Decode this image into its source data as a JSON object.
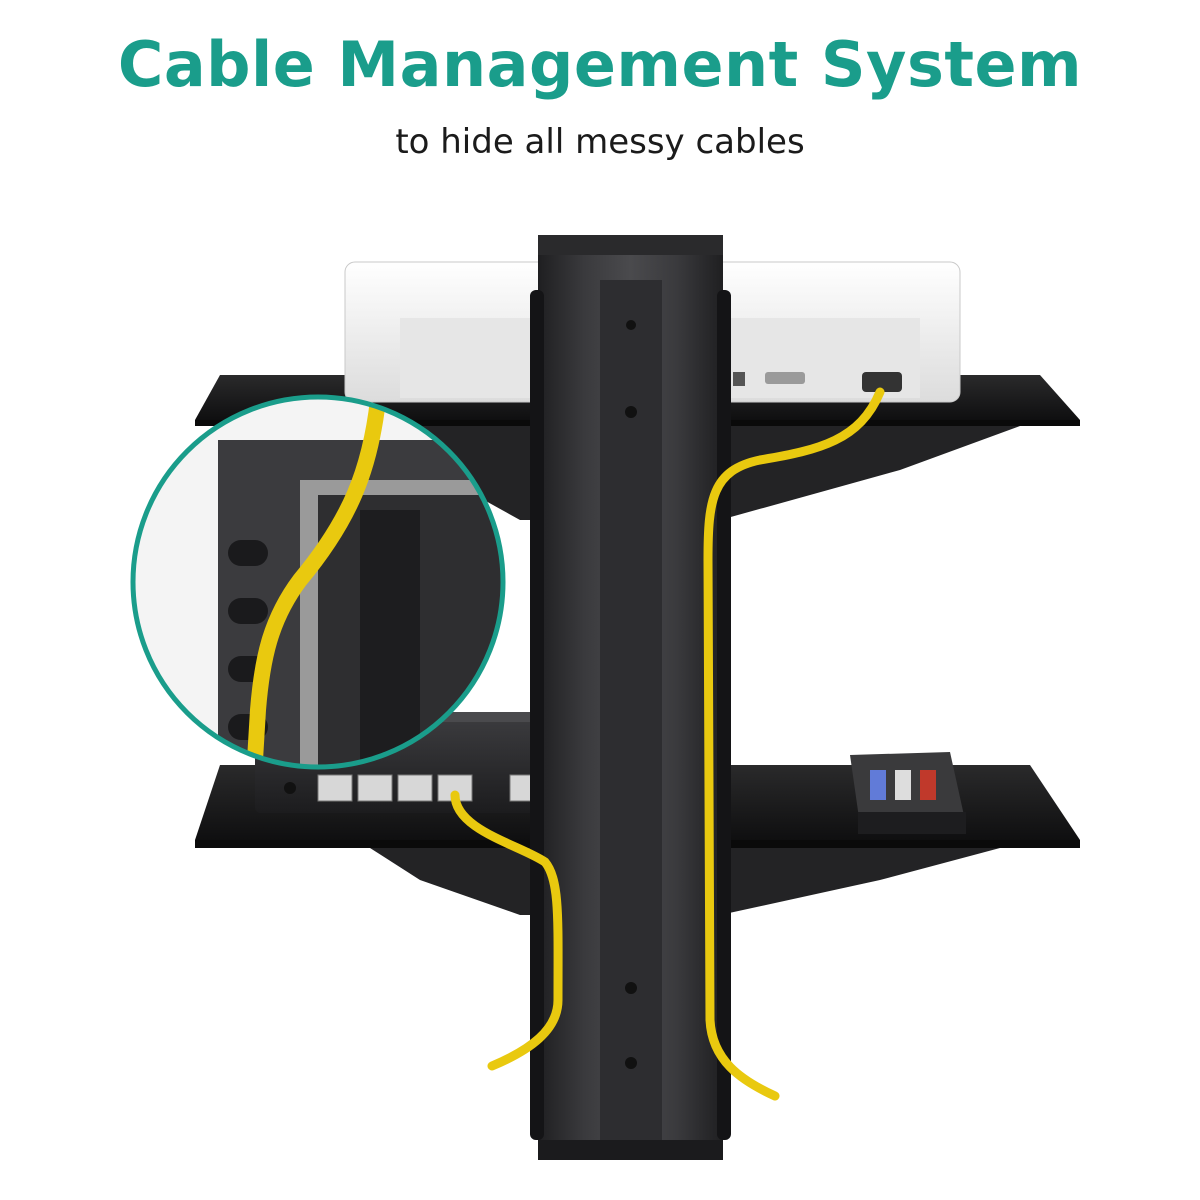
{
  "header": {
    "title": "Cable Management System",
    "subtitle": "to hide all messy cables"
  },
  "colors": {
    "accent": "#1a9d8b",
    "cable": "#f2d31b",
    "frame": "#2c2c2e",
    "shelf": "#1e1e1f",
    "device_top": "#f1f1f1"
  },
  "illustration": {
    "subject": "wall-mounted two-tier shelf with central cable channel",
    "icons": [
      "cable-icon",
      "ethernet-port-icon",
      "magnifier-callout-icon"
    ]
  }
}
